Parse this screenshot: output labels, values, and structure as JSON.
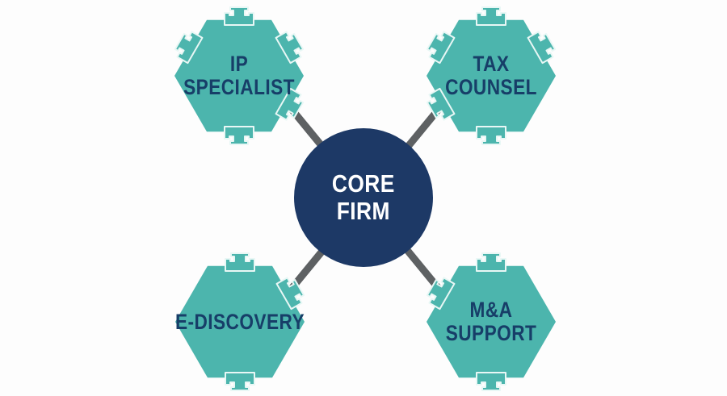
{
  "diagram": {
    "type": "hub-and-spoke",
    "center_node": {
      "line1": "CORE",
      "line2": "FIRM"
    },
    "nodes": [
      {
        "id": "ip-specialist",
        "line1": "IP",
        "line2": "SPECIALIST"
      },
      {
        "id": "tax-counsel",
        "line1": "TAX",
        "line2": "COUNSEL"
      },
      {
        "id": "e-discovery",
        "line1": "E-DISCOVERY",
        "line2": ""
      },
      {
        "id": "ma-support",
        "line1": "M&A",
        "line2": "SUPPORT"
      }
    ],
    "connections": [
      "ip-specialist to core",
      "tax-counsel to core",
      "e-discovery to core",
      "ma-support to core"
    ],
    "colors": {
      "background": "#fdfdfd",
      "hex_fill": "#4cb5ad",
      "tab_outline": "#e8f7f5",
      "center_fill": "#1d3966",
      "node_text": "#173e68",
      "center_text": "#ffffff",
      "connector": "#5e6163"
    }
  }
}
